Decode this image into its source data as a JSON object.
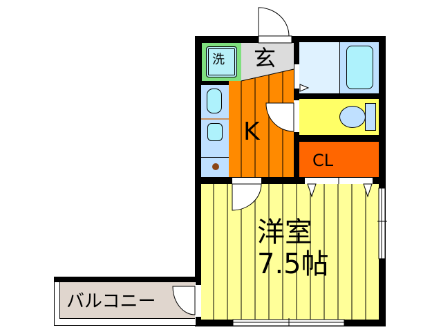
{
  "floorplan": {
    "rooms": {
      "laundry": {
        "label": "洗",
        "color": "#7fe07f",
        "inner": "#b8f0f8"
      },
      "genkan": {
        "label": "玄",
        "color": "#dcdcdc"
      },
      "kitchen": {
        "label": "K",
        "color": "#ff8a00"
      },
      "bath": {
        "color": "#dff2ff",
        "tub": "#aef2fc",
        "tub_bg": "#bfe0ff"
      },
      "toilet": {
        "color": "#ffff66"
      },
      "closet": {
        "label": "CL",
        "color": "#ff6600"
      },
      "main_room": {
        "label_line1": "洋室",
        "label_line2": "7.5帖",
        "color": "#ffff99"
      },
      "balcony": {
        "label": "バルコニー",
        "color": "#e0d6ce"
      }
    }
  }
}
